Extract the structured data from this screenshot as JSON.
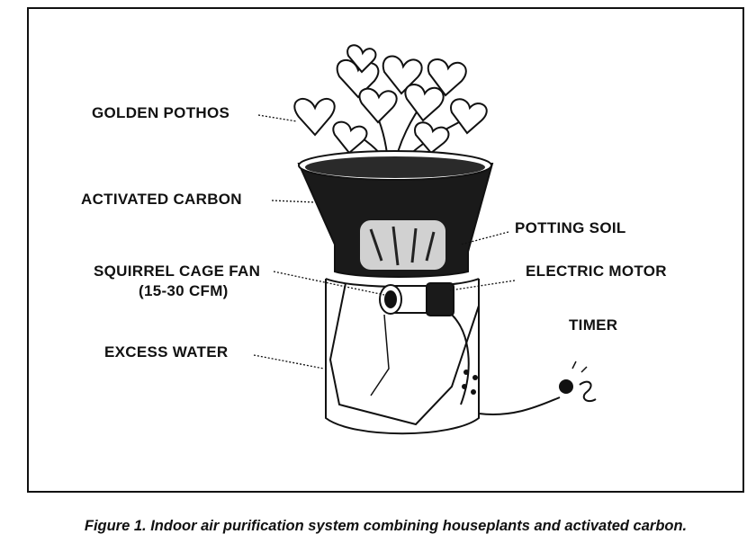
{
  "labels": {
    "golden_pothos": "GOLDEN POTHOS",
    "activated_carbon": "ACTIVATED CARBON",
    "potting_soil": "POTTING SOIL",
    "squirrel_cage_fan": "SQUIRREL CAGE FAN",
    "fan_rating": "(15-30 CFM)",
    "electric_motor": "ELECTRIC MOTOR",
    "timer": "TIMER",
    "excess_water": "EXCESS WATER"
  },
  "caption": "Figure 1. Indoor air purification system combining houseplants and activated carbon.",
  "colors": {
    "ink": "#111111",
    "soil": "#1a1a1a",
    "paper": "#ffffff"
  }
}
